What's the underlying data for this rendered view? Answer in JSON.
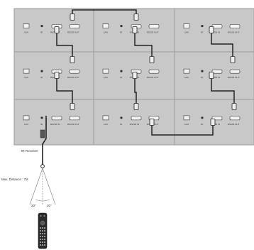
{
  "panel": {
    "port_labels": [
      "LAN",
      "IR",
      "RS232 IN",
      "RS232 OUT"
    ]
  },
  "ir": {
    "receiver_label": "IR Receiver",
    "distance_label": "Max. Distance : 7M",
    "angle_left": "20°",
    "angle_right": "20°"
  },
  "colors": {
    "panel_fill": "#c8c8c8",
    "panel_border": "#9a9a9a",
    "cable": "#222222",
    "line": "#555555"
  }
}
